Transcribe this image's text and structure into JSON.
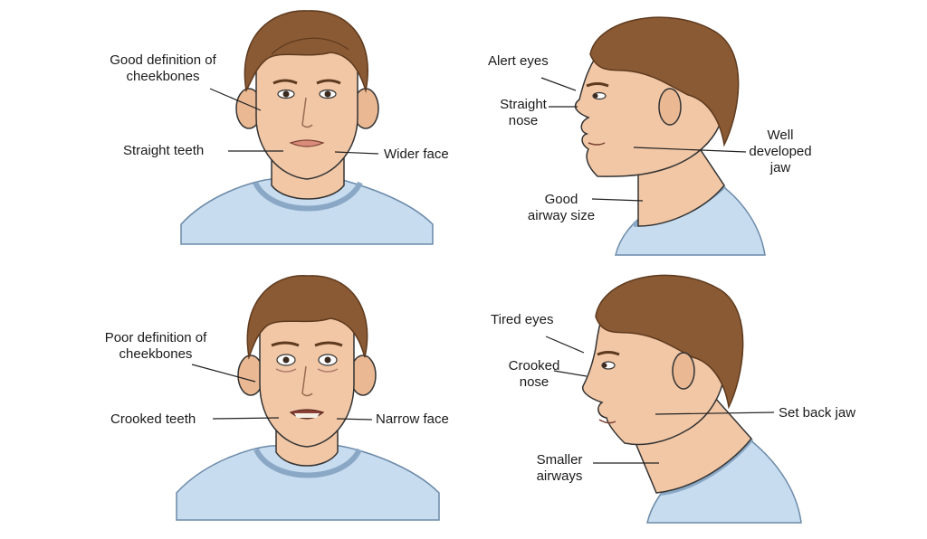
{
  "panels": {
    "front_good": {
      "cheekbones": [
        "Good definition of",
        "cheekbones"
      ],
      "teeth": "Straight teeth",
      "face": "Wider face"
    },
    "side_good": {
      "eyes": "Alert eyes",
      "nose": [
        "Straight",
        "nose"
      ],
      "jaw": [
        "Well",
        "developed",
        "jaw"
      ],
      "airway": [
        "Good",
        "airway size"
      ]
    },
    "front_poor": {
      "cheekbones": [
        "Poor definition of",
        "cheekbones"
      ],
      "teeth": "Crooked teeth",
      "face": "Narrow face"
    },
    "side_poor": {
      "eyes": "Tired eyes",
      "nose": [
        "Crooked",
        "nose"
      ],
      "jaw": "Set back jaw",
      "airway": [
        "Smaller",
        "airways"
      ]
    }
  },
  "colors": {
    "skin": "#f1c7a6",
    "skin_shadow": "#e2a987",
    "hair": "#8a5a34",
    "hair_dark": "#5e3a1e",
    "shirt": "#c7dcef",
    "line": "#222222"
  }
}
